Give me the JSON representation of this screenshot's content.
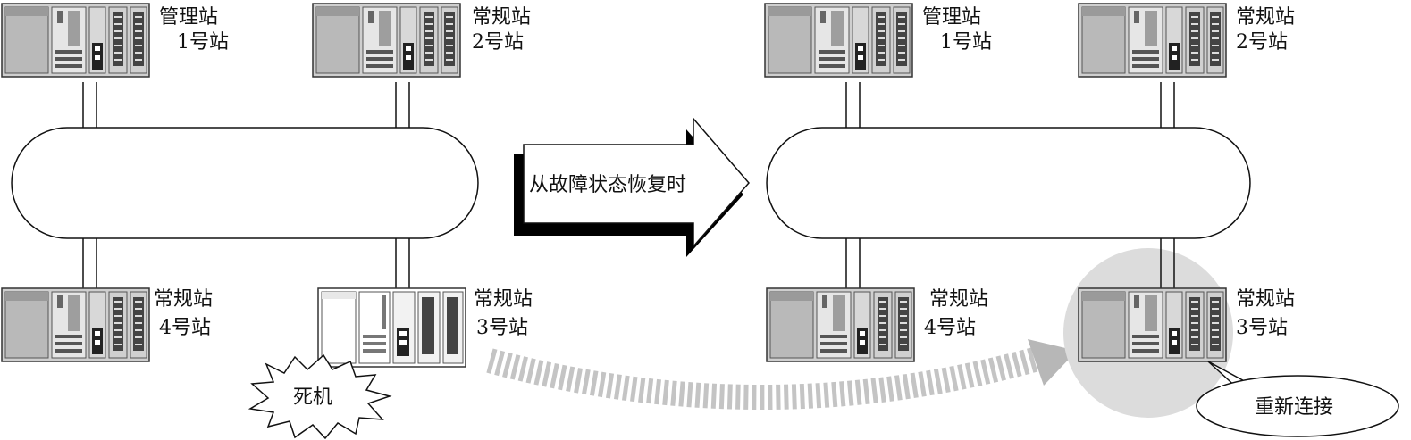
{
  "left_network": {
    "stations": [
      {
        "role": "管理站",
        "number": "1号站"
      },
      {
        "role": "常规站",
        "number": "2号站"
      },
      {
        "role": "常规站",
        "number": "4号站"
      },
      {
        "role": "常规站",
        "number": "3号站"
      }
    ],
    "fault_label": "死机"
  },
  "transition": {
    "arrow_label": "从故障状态恢复时"
  },
  "right_network": {
    "stations": [
      {
        "role": "管理站",
        "number": "1号站"
      },
      {
        "role": "常规站",
        "number": "2号站"
      },
      {
        "role": "常规站",
        "number": "4号站"
      },
      {
        "role": "常规站",
        "number": "3号站"
      }
    ],
    "reconnect_label": "重新连接"
  },
  "colors": {
    "plc_body": "#c8c8c8",
    "plc_dark": "#7a7a7a",
    "faded_arrow": "#bdbdbd",
    "highlight": "#d9d9d9",
    "arrow_shadow": "#000000"
  }
}
